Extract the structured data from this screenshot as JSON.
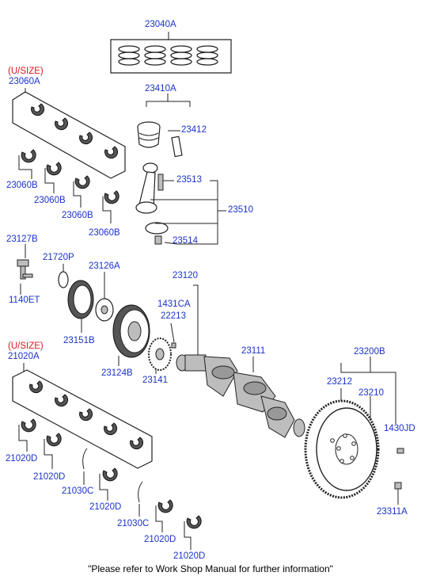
{
  "labels": {
    "p23040A": "23040A",
    "usize_top": "(U/SIZE)",
    "p23060A": "23060A",
    "p23410A": "23410A",
    "p23412": "23412",
    "p23513": "23513",
    "p23510": "23510",
    "p23514": "23514",
    "p23060B_1": "23060B",
    "p23060B_2": "23060B",
    "p23060B_3": "23060B",
    "p23060B_4": "23060B",
    "p23127B": "23127B",
    "p21720P": "21720P",
    "p23126A": "23126A",
    "p1140ET": "1140ET",
    "p23120": "23120",
    "p1431CA": "1431CA",
    "p22213": "22213",
    "p23151B": "23151B",
    "p23124B": "23124B",
    "p23141": "23141",
    "p23111": "23111",
    "p23200B": "23200B",
    "p23212": "23212",
    "p23210": "23210",
    "usize_bottom": "(U/SIZE)",
    "p21020A": "21020A",
    "p1430JD": "1430JD",
    "p21020D_1": "21020D",
    "p21020D_2": "21020D",
    "p21030C_1": "21030C",
    "p21020D_3": "21020D",
    "p21030C_2": "21030C",
    "p21020D_4": "21020D",
    "p21020D_5": "21020D",
    "p23311A": "23311A"
  },
  "footer": "\"Please refer to Work Shop Manual for further information\"",
  "colors": {
    "label": "#1a32c8",
    "usize": "#e0141e",
    "lines": "#222222"
  }
}
